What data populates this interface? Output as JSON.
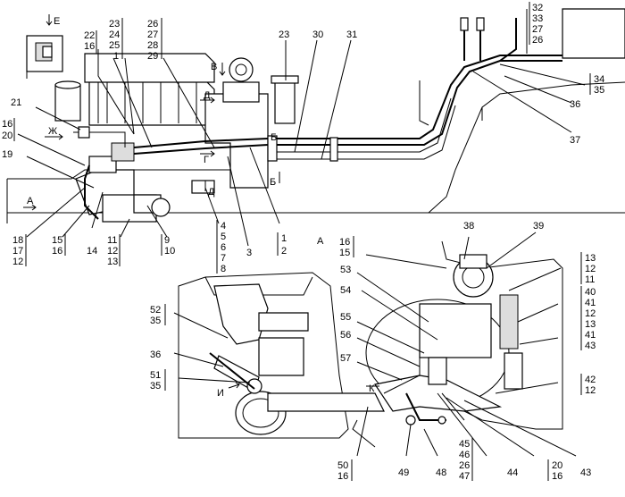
{
  "callouts": {
    "c21": "21",
    "c22": "22",
    "c16a": "16",
    "c23a": "23",
    "c24": "24",
    "c25": "25",
    "c1a": "1",
    "c26a": "26",
    "c27a": "27",
    "c28": "28",
    "c29": "29",
    "c23b": "23",
    "c30": "30",
    "c31": "31",
    "c32": "32",
    "c33": "33",
    "c27b": "27",
    "c26b": "26",
    "c34": "34",
    "c35a": "35",
    "c36a": "36",
    "c37": "37",
    "c16b": "16",
    "c20a": "20",
    "c19": "19",
    "c18": "18",
    "c17": "17",
    "c12a": "12",
    "c15a": "15",
    "c16c": "16",
    "c14": "14",
    "c11a": "11",
    "c12b": "12",
    "c13a": "13",
    "c9": "9",
    "c10": "10",
    "c4": "4",
    "c5": "5",
    "c6": "6",
    "c7": "7",
    "c8": "8",
    "c3": "3",
    "c1b": "1",
    "c2": "2",
    "c38": "38",
    "c39": "39",
    "c16d": "16",
    "c15b": "15",
    "c13b": "13",
    "c12c": "12",
    "c11b": "11",
    "c53": "53",
    "c54": "54",
    "c40": "40",
    "c41a": "41",
    "c12d": "12",
    "c13c": "13",
    "c41b": "41",
    "c43a": "43",
    "c52": "52",
    "c35b": "35",
    "c55": "55",
    "c56": "56",
    "c36b": "36",
    "c57": "57",
    "c51": "51",
    "c35c": "35",
    "c42": "42",
    "c12e": "12",
    "c45": "45",
    "c46": "46",
    "c26c": "26",
    "c47": "47",
    "c50": "50",
    "c16e": "16",
    "c49": "49",
    "c48": "48",
    "c44": "44",
    "c20b": "20",
    "c16f": "16",
    "c43b": "43"
  },
  "view_labels": {
    "E": "Е",
    "V": "В",
    "D1": "Д",
    "Zh": "Ж",
    "B1": "Б",
    "G1": "Г",
    "B2": "Б",
    "A1": "А",
    "D2": "Д",
    "A2": "А",
    "K": "К",
    "I": "И"
  },
  "view_letters": [
    "А",
    "Б",
    "В",
    "Г",
    "Д",
    "Е",
    "Ж",
    "И",
    "К"
  ]
}
